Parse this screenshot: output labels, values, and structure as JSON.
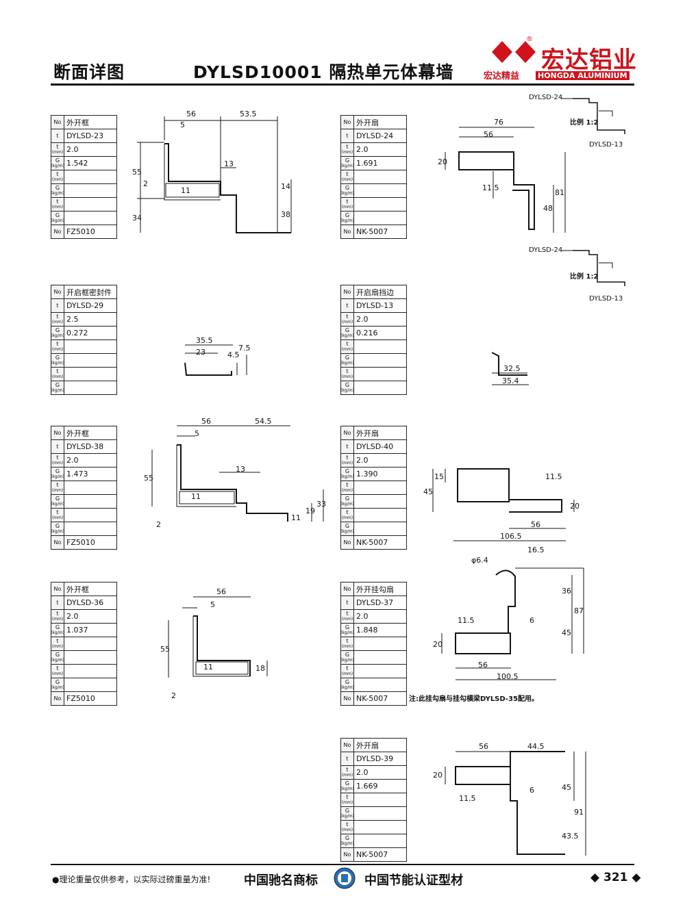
{
  "header": {
    "left": "断面详图",
    "title": "DYLSD10001 隔热单元体幕墙",
    "logo_main": "宏达铝业",
    "logo_sub": "宏达精益",
    "logo_en": "HONGDA ALUMINIUM",
    "logo_reg": "®"
  },
  "specs": [
    {
      "name": "外开框",
      "code": "DYLSD-23",
      "t": "2.0",
      "g": "1.542",
      "foot": "FZ5010"
    },
    {
      "name": "外开扇",
      "code": "DYLSD-24",
      "t": "2.0",
      "g": "1.691",
      "foot": "NK-5007"
    },
    {
      "name": "开启框密封件",
      "code": "DYLSD-29",
      "t": "2.5",
      "g": "0.272",
      "foot": ""
    },
    {
      "name": "开启扇挡边",
      "code": "DYLSD-13",
      "t": "2.0",
      "g": "0.216",
      "foot": ""
    },
    {
      "name": "外开框",
      "code": "DYLSD-38",
      "t": "2.0",
      "g": "1.473",
      "foot": "FZ5010"
    },
    {
      "name": "外开扇",
      "code": "DYLSD-40",
      "t": "2.0",
      "g": "1.390",
      "foot": "NK-5007"
    },
    {
      "name": "外开框",
      "code": "DYLSD-36",
      "t": "2.0",
      "g": "1.037",
      "foot": "FZ5010"
    },
    {
      "name": "外开挂勾扇",
      "code": "DYLSD-37",
      "t": "2.0",
      "g": "1.848",
      "foot": "NK-5007"
    },
    {
      "name": "外开扇",
      "code": "DYLSD-39",
      "t": "2.0",
      "g": "1.669",
      "foot": "NK-5007"
    }
  ],
  "icons": {
    "no": "No",
    "t": "t",
    "tu": "(mm)",
    "g": "G",
    "gu": "(kg/m)"
  },
  "callouts": {
    "d24": "DYLSD-24",
    "d13": "DYLSD-13",
    "scale": "比例 1:2"
  },
  "dims": {
    "a": [
      "56",
      "53.5",
      "5",
      "55",
      "2",
      "13",
      "11",
      "14",
      "34",
      "38"
    ],
    "b": [
      "76",
      "56",
      "20",
      "11.5",
      "48",
      "81"
    ],
    "c": [
      "35.5",
      "23",
      "4.5",
      "7.5"
    ],
    "d": [
      "32.5",
      "35.4"
    ],
    "e": [
      "56",
      "54.5",
      "5",
      "55",
      "13",
      "11",
      "2",
      "11",
      "19",
      "33"
    ],
    "f": [
      "45",
      "15",
      "11.5",
      "20",
      "56",
      "106.5"
    ],
    "g": [
      "56",
      "5",
      "55",
      "11",
      "18",
      "2"
    ],
    "h": [
      "φ6.4",
      "16.5",
      "36",
      "87",
      "11.5",
      "6",
      "45",
      "20",
      "56",
      "100.5"
    ],
    "i": [
      "56",
      "44.5",
      "20",
      "11.5",
      "6",
      "45",
      "91",
      "43.5"
    ]
  },
  "note": "注:此挂勾扇与挂勾横梁DYLSD-35配用。",
  "footer": {
    "note": "●理论重量仅供参考，以实际过磅重量为准!",
    "brand_a": "中国驰名商标",
    "brand_b": "中国节能认证型材",
    "page": "◆ 321 ◆"
  }
}
